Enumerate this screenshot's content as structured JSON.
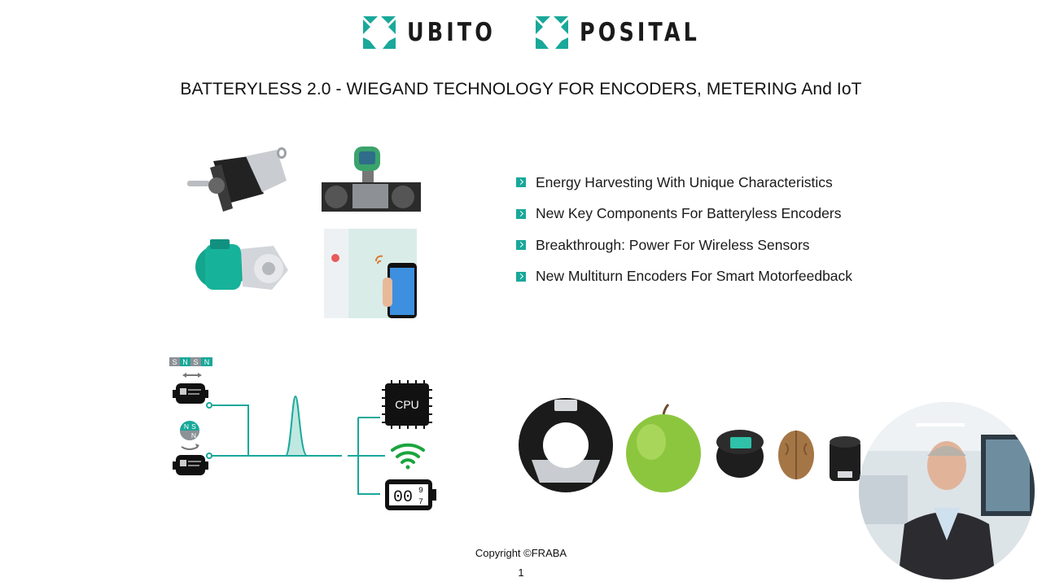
{
  "header": {
    "logos": [
      {
        "name": "UBITO",
        "icon": "ubito-logo-icon"
      },
      {
        "name": "POSITAL",
        "icon": "posital-logo-icon"
      }
    ]
  },
  "slide": {
    "title": "BATTERYLESS 2.0 - WIEGAND TECHNOLOGY FOR ENCODERS, METERING And IoT",
    "bullets": [
      "Energy Harvesting With Unique Characteristics",
      "New Key Components For Batteryless Encoders",
      "Breakthrough: Power For Wireless Sensors",
      "New Multiturn Encoders For Smart Motorfeedback"
    ],
    "diagram": {
      "magnet_strip": [
        "S",
        "N",
        "S",
        "N"
      ],
      "rotor_labels": [
        "N",
        "S",
        "N"
      ],
      "cpu_label": "CPU",
      "counter_value": "00",
      "counter_digit_upper": "9",
      "counter_digit_lower": "7"
    },
    "copyright": "Copyright ©FRABA",
    "page_number": "1"
  },
  "colors": {
    "accent": "#19a89a",
    "text": "#111111",
    "background": "#ffffff"
  }
}
